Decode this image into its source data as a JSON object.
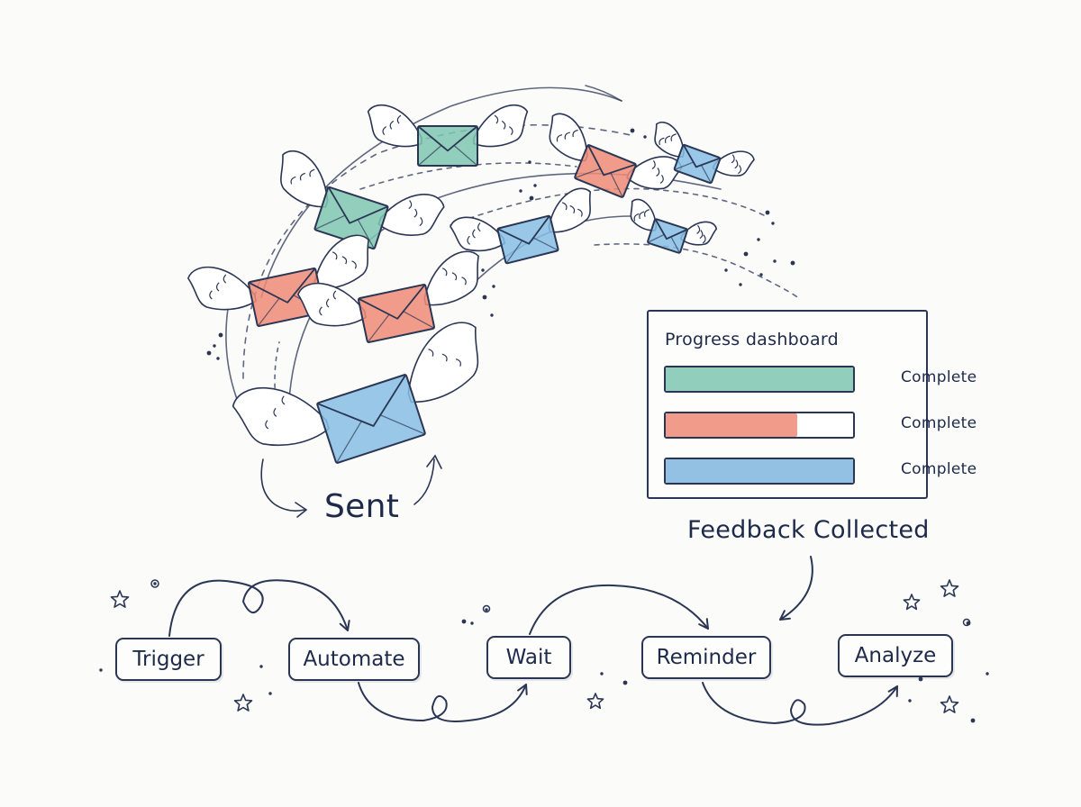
{
  "sent_label": "Sent",
  "dashboard": {
    "title": "Progress dashboard",
    "caption": "Feedback Collected",
    "rows": [
      {
        "status": "Complete",
        "color": "#7fc6b0",
        "progress": 1.0
      },
      {
        "status": "Complete",
        "color": "#ee8b75",
        "progress": 0.7
      },
      {
        "status": "Complete",
        "color": "#7fb6de",
        "progress": 1.0
      }
    ]
  },
  "flow": {
    "steps": [
      "Trigger",
      "Automate",
      "Wait",
      "Reminder",
      "Analyze"
    ]
  },
  "envelope_colors": {
    "green": "#7fc6b0",
    "red": "#ee8b75",
    "blue": "#86bde3"
  },
  "icons": [
    "winged-envelope-icon",
    "bell-check-icon",
    "star-icon",
    "curved-arrow-icon"
  ]
}
